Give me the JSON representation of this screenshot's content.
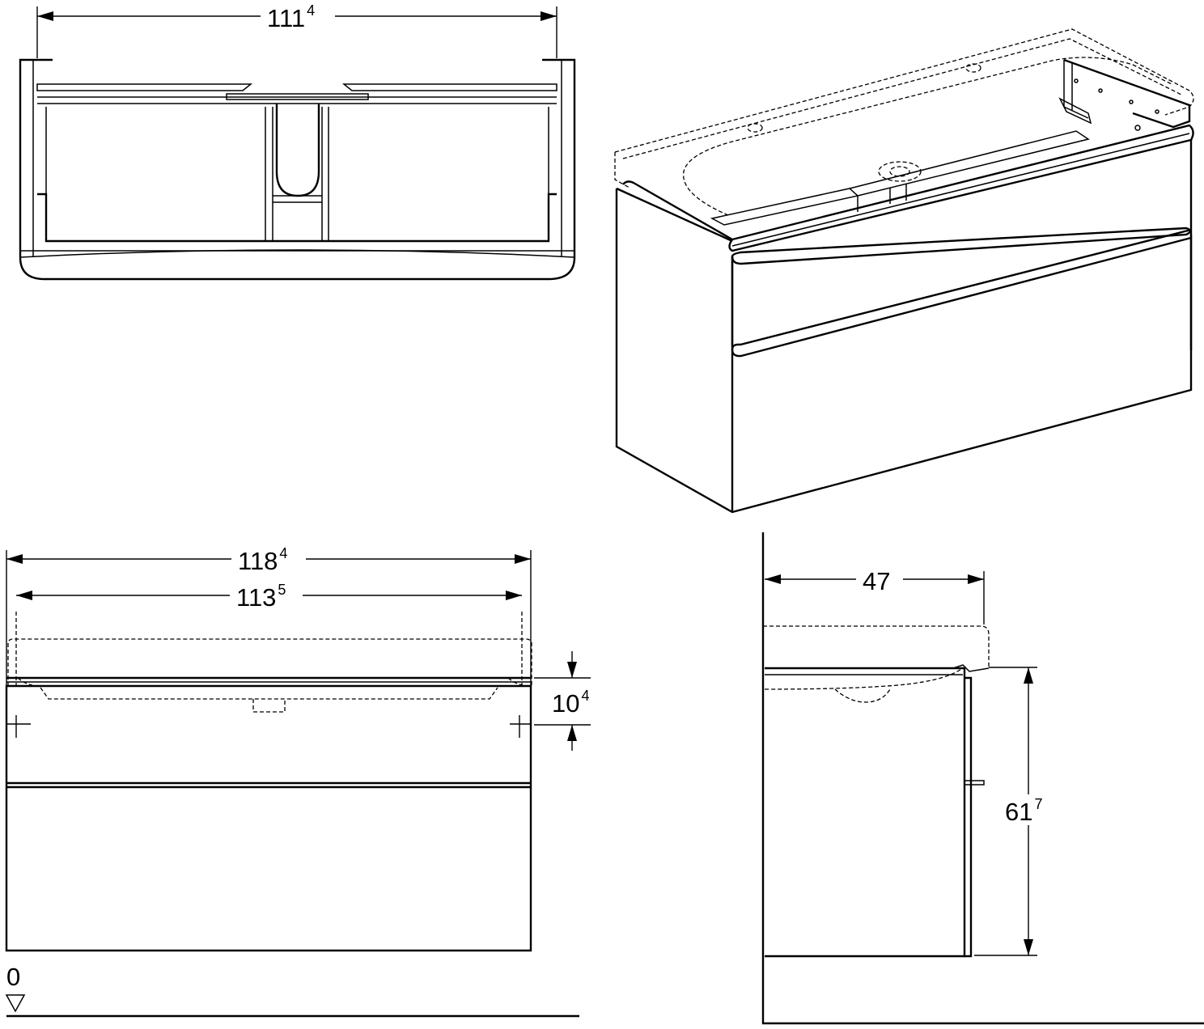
{
  "dimensions": {
    "top_width": {
      "main": "111",
      "sup": "4"
    },
    "front_overall_width": {
      "main": "118",
      "sup": "4"
    },
    "front_cabinet_width": {
      "main": "113",
      "sup": "5"
    },
    "basin_offset": {
      "main": "10",
      "sup": "4"
    },
    "side_depth": {
      "main": "47",
      "sup": ""
    },
    "side_height": {
      "main": "61",
      "sup": "7"
    },
    "floor_level": "0"
  }
}
